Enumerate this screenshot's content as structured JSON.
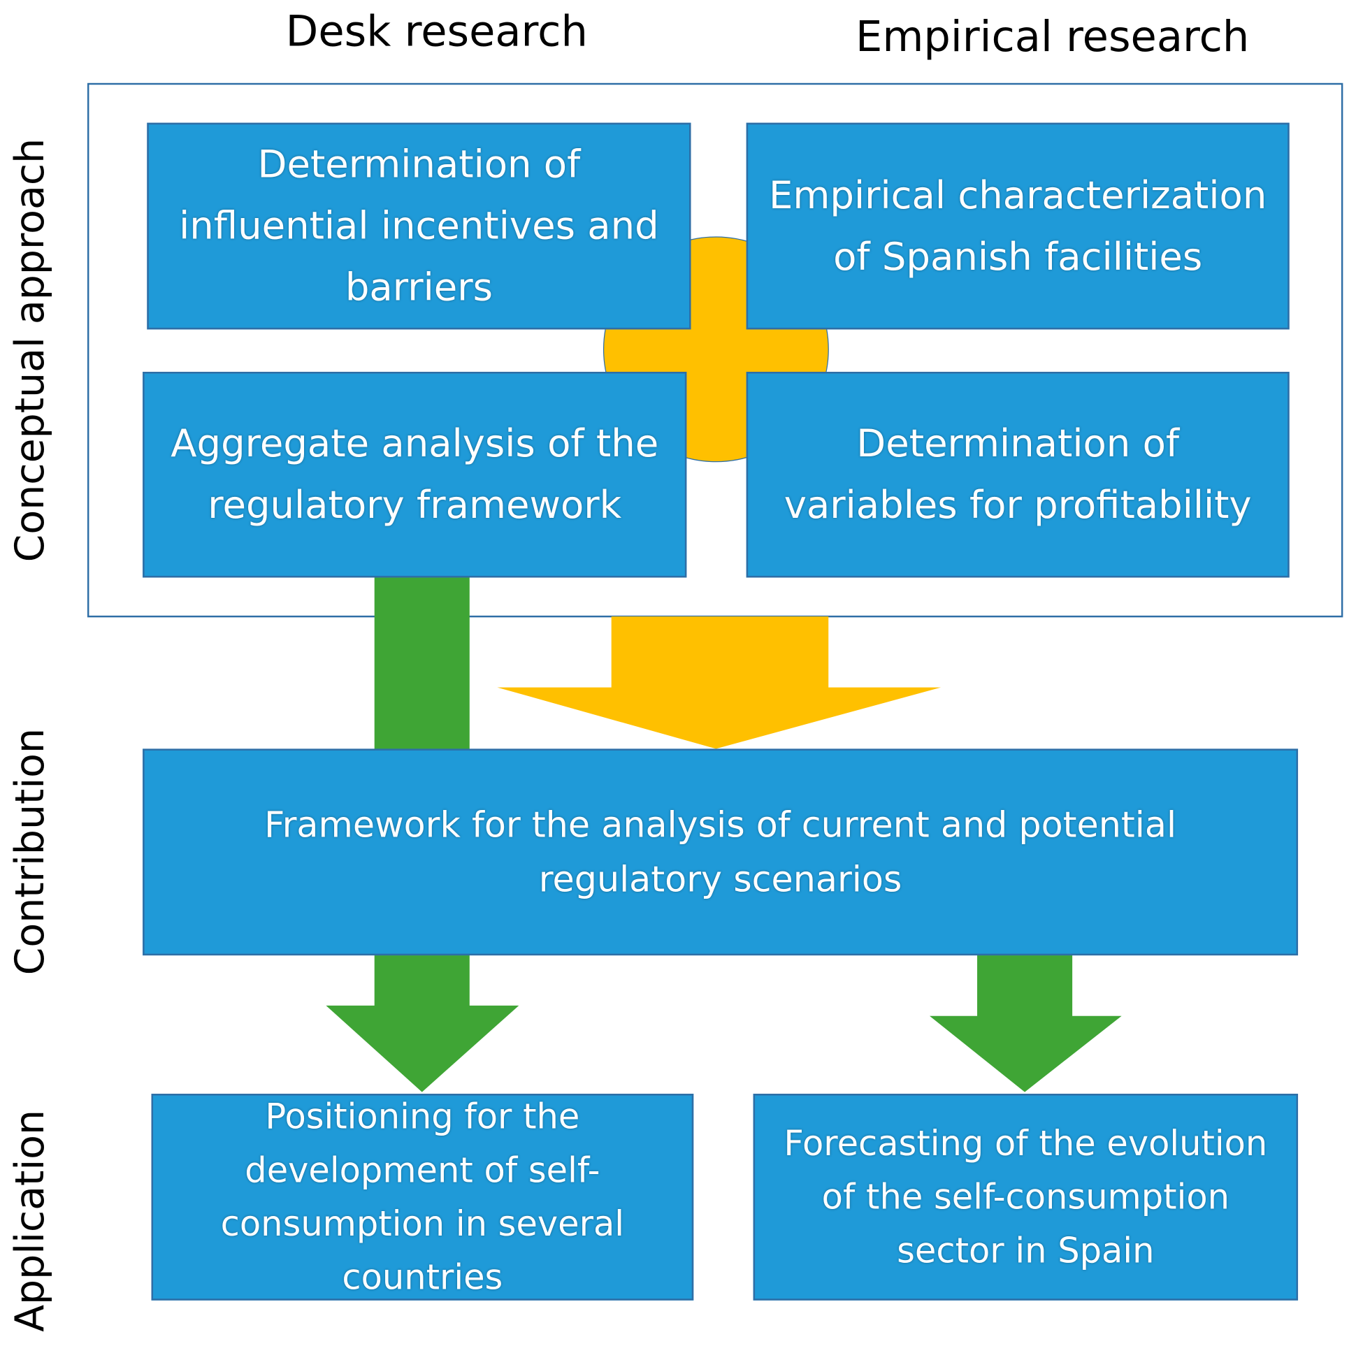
{
  "columns": {
    "desk": "Desk research",
    "empirical": "Empirical research"
  },
  "rows": {
    "conceptual": "Conceptual approach",
    "contribution": "Contribution",
    "application": "Application"
  },
  "boxes": {
    "incentives": "Determination of influential incentives and barriers",
    "characterization": "Empirical characterization of Spanish facilities",
    "regulatory": "Aggregate analysis of the regulatory framework",
    "variables": "Determination of variables for profitability",
    "framework": "Framework for the analysis of current and potential regulatory scenarios",
    "positioning": "Positioning for the development of self-consumption in several countries",
    "forecasting": "Forecasting of the evolution of the self-consumption sector in Spain"
  },
  "colors": {
    "box": "#1f9ad8",
    "box_border": "#2e6ea6",
    "plus": "#ffc000",
    "green_arrow": "#3fa535",
    "frame": "#2e6ea6"
  }
}
